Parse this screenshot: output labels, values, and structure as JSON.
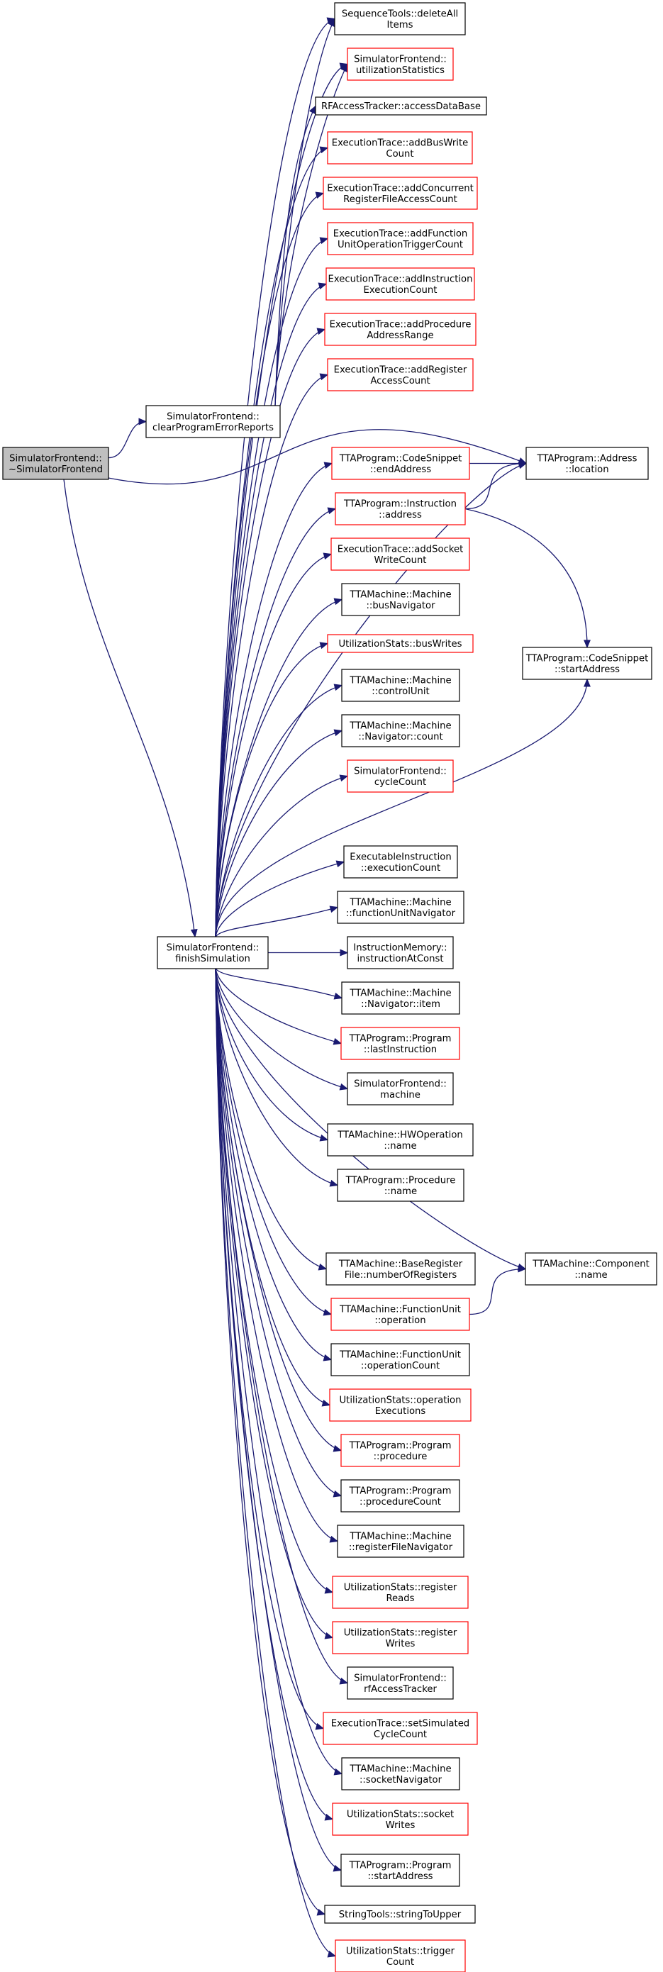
{
  "colors": {
    "edge": "#191970",
    "red_border": "#ff0000",
    "black_border": "#000000",
    "root_fill": "#bfbfbf",
    "node_fill": "#ffffff"
  },
  "nodes": {
    "root": {
      "lines": [
        "SimulatorFrontend::",
        "~SimulatorFrontend"
      ],
      "style": "root"
    },
    "clear": {
      "lines": [
        "SimulatorFrontend::",
        "clearProgramErrorReports"
      ],
      "style": "black"
    },
    "finish": {
      "lines": [
        "SimulatorFrontend::",
        "finishSimulation"
      ],
      "style": "black"
    },
    "t0": {
      "lines": [
        "SequenceTools::deleteAll",
        "Items"
      ],
      "style": "black"
    },
    "t1": {
      "lines": [
        "SimulatorFrontend::",
        "utilizationStatistics"
      ],
      "style": "red"
    },
    "t2": {
      "lines": [
        "RFAccessTracker::accessDataBase"
      ],
      "style": "black"
    },
    "t3": {
      "lines": [
        "ExecutionTrace::addBusWrite",
        "Count"
      ],
      "style": "red"
    },
    "t4": {
      "lines": [
        "ExecutionTrace::addConcurrent",
        "RegisterFileAccessCount"
      ],
      "style": "red"
    },
    "t5": {
      "lines": [
        "ExecutionTrace::addFunction",
        "UnitOperationTriggerCount"
      ],
      "style": "red"
    },
    "t6": {
      "lines": [
        "ExecutionTrace::addInstruction",
        "ExecutionCount"
      ],
      "style": "red"
    },
    "t7": {
      "lines": [
        "ExecutionTrace::addProcedure",
        "AddressRange"
      ],
      "style": "red"
    },
    "t8": {
      "lines": [
        "ExecutionTrace::addRegister",
        "AccessCount"
      ],
      "style": "red"
    },
    "t9": {
      "lines": [
        "TTAProgram::CodeSnippet",
        "::endAddress"
      ],
      "style": "red"
    },
    "t10": {
      "lines": [
        "TTAProgram::Instruction",
        "::address"
      ],
      "style": "red"
    },
    "t11": {
      "lines": [
        "ExecutionTrace::addSocket",
        "WriteCount"
      ],
      "style": "red"
    },
    "t12": {
      "lines": [
        "TTAMachine::Machine",
        "::busNavigator"
      ],
      "style": "black"
    },
    "t13": {
      "lines": [
        "UtilizationStats::busWrites"
      ],
      "style": "red"
    },
    "t14": {
      "lines": [
        "TTAMachine::Machine",
        "::controlUnit"
      ],
      "style": "black"
    },
    "t15": {
      "lines": [
        "TTAMachine::Machine",
        "::Navigator::count"
      ],
      "style": "black"
    },
    "t16": {
      "lines": [
        "SimulatorFrontend::",
        "cycleCount"
      ],
      "style": "red"
    },
    "t17": {
      "lines": [
        "ExecutableInstruction",
        "::executionCount"
      ],
      "style": "black"
    },
    "t18": {
      "lines": [
        "TTAMachine::Machine",
        "::functionUnitNavigator"
      ],
      "style": "black"
    },
    "t19": {
      "lines": [
        "InstructionMemory::",
        "instructionAtConst"
      ],
      "style": "black"
    },
    "t20": {
      "lines": [
        "TTAMachine::Machine",
        "::Navigator::item"
      ],
      "style": "black"
    },
    "t21": {
      "lines": [
        "TTAProgram::Program",
        "::lastInstruction"
      ],
      "style": "red"
    },
    "t22": {
      "lines": [
        "SimulatorFrontend::",
        "machine"
      ],
      "style": "black"
    },
    "t23": {
      "lines": [
        "TTAMachine::HWOperation",
        "::name"
      ],
      "style": "black"
    },
    "t24": {
      "lines": [
        "TTAProgram::Procedure",
        "::name"
      ],
      "style": "black"
    },
    "t25": {
      "lines": [
        "TTAMachine::BaseRegister",
        "File::numberOfRegisters"
      ],
      "style": "black"
    },
    "t26": {
      "lines": [
        "TTAMachine::FunctionUnit",
        "::operation"
      ],
      "style": "red"
    },
    "t27": {
      "lines": [
        "TTAMachine::FunctionUnit",
        "::operationCount"
      ],
      "style": "black"
    },
    "t28": {
      "lines": [
        "UtilizationStats::operation",
        "Executions"
      ],
      "style": "red"
    },
    "t29": {
      "lines": [
        "TTAProgram::Program",
        "::procedure"
      ],
      "style": "red"
    },
    "t30": {
      "lines": [
        "TTAProgram::Program",
        "::procedureCount"
      ],
      "style": "black"
    },
    "t31": {
      "lines": [
        "TTAMachine::Machine",
        "::registerFileNavigator"
      ],
      "style": "black"
    },
    "t32": {
      "lines": [
        "UtilizationStats::register",
        "Reads"
      ],
      "style": "red"
    },
    "t33": {
      "lines": [
        "UtilizationStats::register",
        "Writes"
      ],
      "style": "red"
    },
    "t34": {
      "lines": [
        "SimulatorFrontend::",
        "rfAccessTracker"
      ],
      "style": "black"
    },
    "t35": {
      "lines": [
        "ExecutionTrace::setSimulated",
        "CycleCount"
      ],
      "style": "red"
    },
    "t36": {
      "lines": [
        "TTAMachine::Machine",
        "::socketNavigator"
      ],
      "style": "black"
    },
    "t37": {
      "lines": [
        "UtilizationStats::socket",
        "Writes"
      ],
      "style": "red"
    },
    "t38": {
      "lines": [
        "TTAProgram::Program",
        "::startAddress"
      ],
      "style": "black"
    },
    "t39": {
      "lines": [
        "StringTools::stringToUpper"
      ],
      "style": "black"
    },
    "t40": {
      "lines": [
        "UtilizationStats::trigger",
        "Count"
      ],
      "style": "red"
    },
    "loc": {
      "lines": [
        "TTAProgram::Address",
        "::location"
      ],
      "style": "black"
    },
    "start": {
      "lines": [
        "TTAProgram::CodeSnippet",
        "::startAddress"
      ],
      "style": "black"
    },
    "comp": {
      "lines": [
        "TTAMachine::Component",
        "::name"
      ],
      "style": "black"
    }
  },
  "edges": [
    [
      "root",
      "clear"
    ],
    [
      "root",
      "loc"
    ],
    [
      "root",
      "finish"
    ],
    [
      "clear",
      "t0"
    ],
    [
      "clear",
      "t1"
    ],
    [
      "clear",
      "t2"
    ],
    [
      "finish",
      "t0"
    ],
    [
      "finish",
      "t1"
    ],
    [
      "finish",
      "t3"
    ],
    [
      "finish",
      "t4"
    ],
    [
      "finish",
      "t5"
    ],
    [
      "finish",
      "t6"
    ],
    [
      "finish",
      "t7"
    ],
    [
      "finish",
      "t8"
    ],
    [
      "finish",
      "loc"
    ],
    [
      "finish",
      "t9"
    ],
    [
      "finish",
      "t10"
    ],
    [
      "finish",
      "t11"
    ],
    [
      "finish",
      "t12"
    ],
    [
      "finish",
      "t13"
    ],
    [
      "finish",
      "t14"
    ],
    [
      "finish",
      "t15"
    ],
    [
      "finish",
      "t16"
    ],
    [
      "finish",
      "start"
    ],
    [
      "finish",
      "t17"
    ],
    [
      "finish",
      "t18"
    ],
    [
      "finish",
      "t19"
    ],
    [
      "finish",
      "t20"
    ],
    [
      "finish",
      "t21"
    ],
    [
      "finish",
      "t22"
    ],
    [
      "finish",
      "t23"
    ],
    [
      "finish",
      "t24"
    ],
    [
      "finish",
      "comp"
    ],
    [
      "finish",
      "t25"
    ],
    [
      "finish",
      "t26"
    ],
    [
      "finish",
      "t27"
    ],
    [
      "finish",
      "t28"
    ],
    [
      "finish",
      "t29"
    ],
    [
      "finish",
      "t30"
    ],
    [
      "finish",
      "t31"
    ],
    [
      "finish",
      "t32"
    ],
    [
      "finish",
      "t33"
    ],
    [
      "finish",
      "t34"
    ],
    [
      "finish",
      "t35"
    ],
    [
      "finish",
      "t36"
    ],
    [
      "finish",
      "t37"
    ],
    [
      "finish",
      "t38"
    ],
    [
      "finish",
      "t39"
    ],
    [
      "finish",
      "t40"
    ],
    [
      "t9",
      "loc"
    ],
    [
      "t10",
      "loc"
    ],
    [
      "t10",
      "start"
    ],
    [
      "t26",
      "comp"
    ]
  ]
}
